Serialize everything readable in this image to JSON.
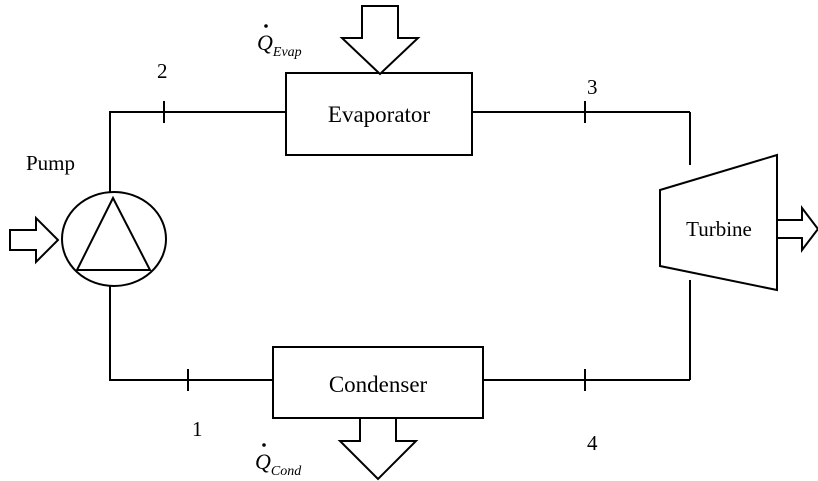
{
  "components": {
    "evaporator": "Evaporator",
    "condenser": "Condenser",
    "turbine": "Turbine",
    "pump": "Pump"
  },
  "states": {
    "s1": "1",
    "s2": "2",
    "s3": "3",
    "s4": "4"
  },
  "heat": {
    "evap_q": "Q",
    "evap_sub": "Evap",
    "cond_q": "Q",
    "cond_sub": "Cond"
  }
}
